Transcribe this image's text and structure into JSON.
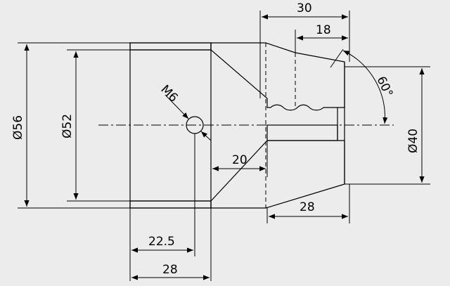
{
  "drawing": {
    "background_color": "#ececec",
    "line_color": "#000000",
    "labels": {
      "top_30": "30",
      "top_18": "18",
      "angle_60": "60°",
      "dia_56": "Ø56",
      "dia_52": "Ø52",
      "dia_40": "Ø40",
      "thread_m6": "M6",
      "dim_20": "20",
      "dim_28_right": "28",
      "dim_22_5": "22.5",
      "dim_28_bottom": "28"
    }
  }
}
